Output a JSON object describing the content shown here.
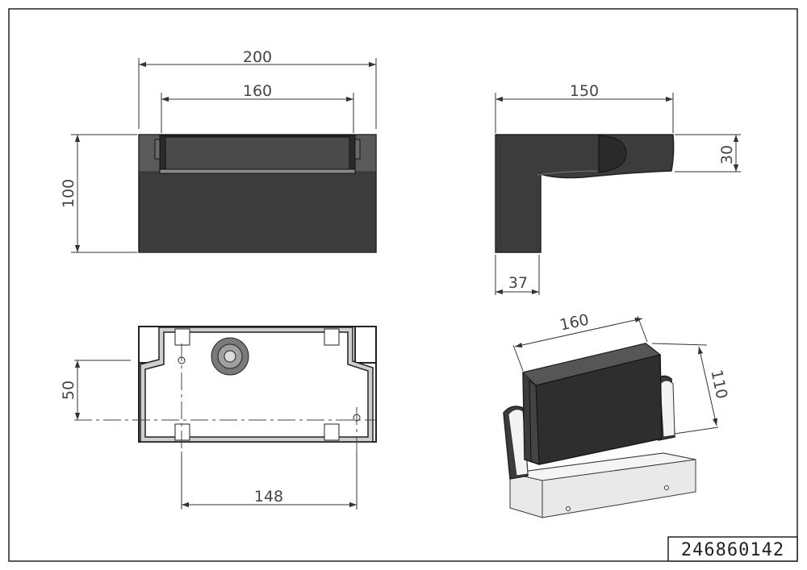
{
  "drawing": {
    "front_view": {
      "width_overall": "200",
      "width_inner": "160",
      "height": "100"
    },
    "side_view": {
      "depth": "150",
      "head_height": "30",
      "mount_depth": "37"
    },
    "back_view": {
      "hole_vertical_spacing": "50",
      "hole_horizontal_spacing": "148"
    },
    "iso_view": {
      "head_width": "160",
      "head_length": "110"
    },
    "article_number": "246860142"
  }
}
